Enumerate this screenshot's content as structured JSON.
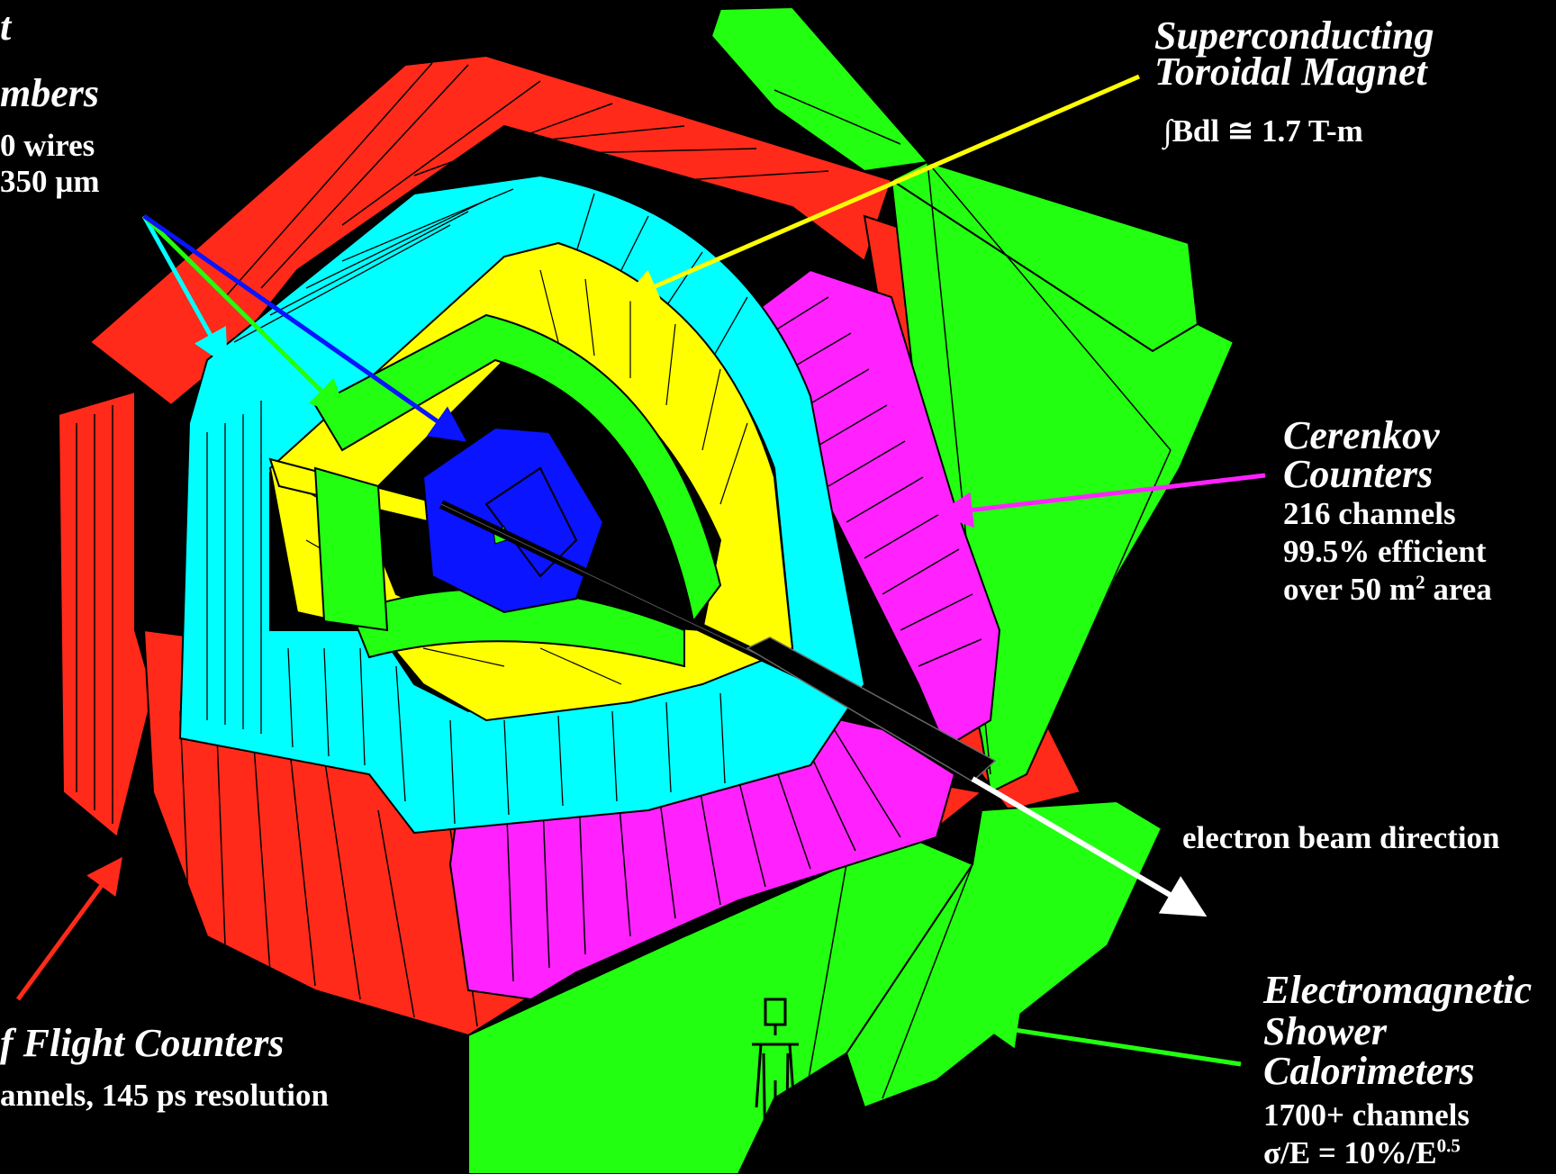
{
  "colors": {
    "background": "#000000",
    "tof": "#ff2a1a",
    "drift": "#00ffff",
    "magnet": "#ffff00",
    "cerenkov": "#ff22ff",
    "calorimeter": "#22ff11",
    "inner": "#0a14ff",
    "beamline": "#000000",
    "beam_arrow": "#ffffff"
  },
  "labels": {
    "drift_chambers": {
      "title_line1": "t",
      "title_line2": "mbers",
      "detail_line1": "0 wires",
      "detail_line2": "350 µm"
    },
    "magnet": {
      "title_line1": "Superconducting",
      "title_line2": "Toroidal Magnet",
      "detail": "∫Bdl ≅ 1.7 T-m"
    },
    "cerenkov": {
      "title_line1": "Cerenkov",
      "title_line2": "Counters",
      "detail_line1": "216 channels",
      "detail_line2": "99.5% efficient",
      "detail_line3_pre": "over 50 m",
      "detail_line3_sup": "2",
      "detail_line3_post": " area"
    },
    "beam": {
      "text": "electron beam direction"
    },
    "tof": {
      "title": "f Flight Counters",
      "detail": "annels, 145 ps resolution"
    },
    "calorimeter": {
      "title_line1": "Electromagnetic",
      "title_line2": "Shower",
      "title_line3": "Calorimeters",
      "detail_line1": "1700+ channels",
      "detail_line2_pre": "σ/E = 10%/E",
      "detail_line2_sup": "0.5"
    }
  }
}
